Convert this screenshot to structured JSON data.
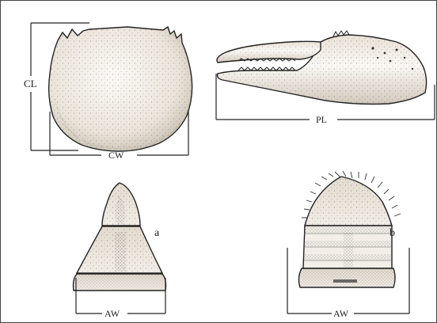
{
  "labels": {
    "carapace_length": "CL",
    "carapace_width": "CW",
    "propodus_length": "PL",
    "abdomen_width_a": "AW",
    "abdomen_width_b": "AW",
    "panel_a": "a",
    "panel_b": "b"
  },
  "colors": {
    "ink": "#222222",
    "shell_fill": "#f1ece5",
    "shell_shade": "#cfc6ba",
    "background": "#ffffff"
  }
}
